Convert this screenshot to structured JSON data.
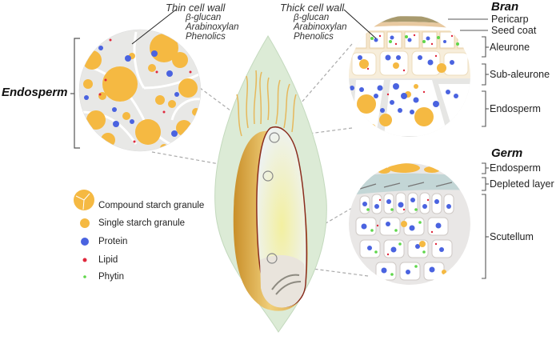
{
  "left_panel": {
    "title": "Endosperm",
    "wall_label": "Thin cell wall",
    "wall_components": [
      "β-glucan",
      "Arabinoxylan",
      "Phenolics"
    ]
  },
  "bran_panel": {
    "title": "Bran",
    "wall_label": "Thick cell wall",
    "wall_components": [
      "β-glucan",
      "Arabinoxylan",
      "Phenolics"
    ],
    "layers": [
      "Pericarp",
      "Seed coat",
      "Aleurone",
      "Sub-aleurone",
      "Endosperm"
    ]
  },
  "germ_panel": {
    "title": "Germ",
    "layers": [
      "Endosperm",
      "Depleted layer",
      "Scutellum"
    ]
  },
  "legend": {
    "items": [
      {
        "label": "Compound starch granule",
        "icon": "compound-starch-icon",
        "color": "#f5b942"
      },
      {
        "label": "Single starch granule",
        "icon": "single-starch-icon",
        "color": "#f5b942"
      },
      {
        "label": "Protein",
        "icon": "protein-icon",
        "color": "#4a63e0"
      },
      {
        "label": "Lipid",
        "icon": "lipid-icon",
        "color": "#e0283c"
      },
      {
        "label": "Phytin",
        "icon": "phytin-icon",
        "color": "#5fd64a"
      }
    ]
  },
  "colors": {
    "starch": "#f5b942",
    "protein": "#4a63e0",
    "lipid": "#e0283c",
    "phytin": "#5fd64a",
    "husk": "#dcebd6",
    "bran": "#d9a440"
  }
}
